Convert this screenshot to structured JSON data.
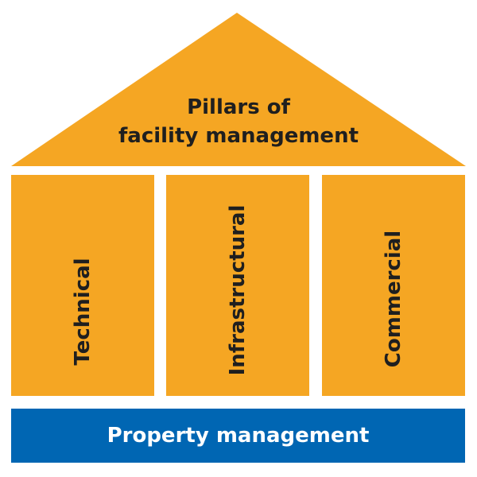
{
  "diagram": {
    "roof": {
      "title_line1": "Pillars of",
      "title_line2": "facility management",
      "color": "#f5a623"
    },
    "pillars": [
      {
        "label": "Technical",
        "color": "#f5a623"
      },
      {
        "label": "Infrastructural",
        "color": "#f5a623"
      },
      {
        "label": "Commercial",
        "color": "#f5a623"
      }
    ],
    "foundation": {
      "label": "Property management",
      "color": "#0066b3",
      "text_color": "#ffffff"
    },
    "text_color": "#1f1f1f"
  }
}
